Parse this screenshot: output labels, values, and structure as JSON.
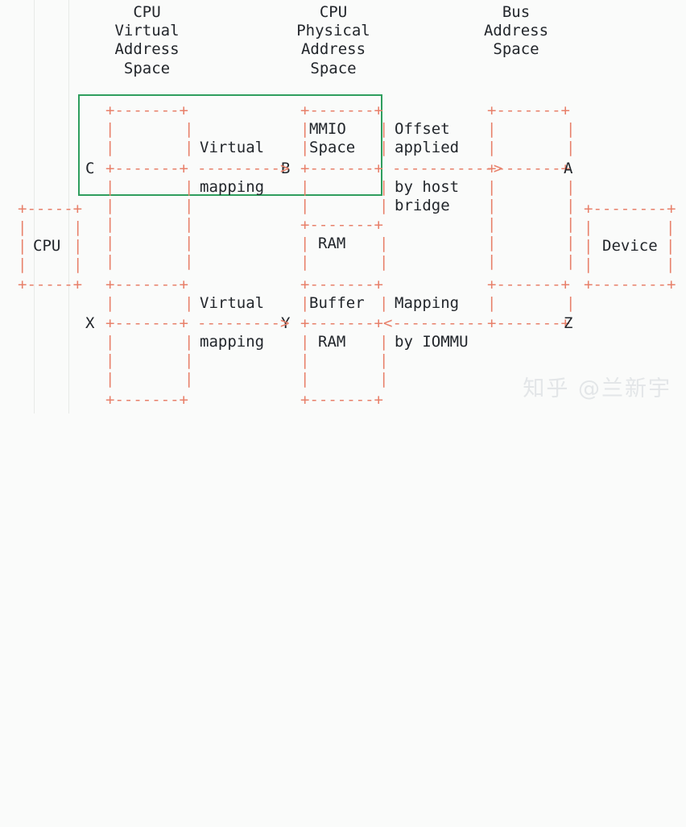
{
  "meta": {
    "diagram_title": "CPU virtual / physical / bus address space mapping",
    "background_color": "#fafbfa",
    "ascii_line_color": "#e8806a",
    "text_color": "#22262b",
    "highlight_box_color": "#2f9e5e",
    "watermark_color": "#e3e6e8"
  },
  "headers": [
    {
      "id": "cpu-virtual-address-space",
      "lines": [
        "CPU",
        "Virtual",
        "Address",
        "Space"
      ]
    },
    {
      "id": "cpu-physical-address-space",
      "lines": [
        "CPU",
        "Physical",
        "Address",
        "Space"
      ]
    },
    {
      "id": "bus-address-space",
      "lines": [
        "Bus",
        "Address",
        "Space"
      ]
    }
  ],
  "boxes": [
    {
      "id": "cpu-box",
      "label": "CPU"
    },
    {
      "id": "mmio-space-box",
      "label": "MMIO Space"
    },
    {
      "id": "ram-box-upper",
      "label": "RAM"
    },
    {
      "id": "buffer-ram-box",
      "label": "Buffer RAM"
    },
    {
      "id": "device-box",
      "label": "Device"
    }
  ],
  "point_labels": {
    "c": "C",
    "b": "B",
    "a": "A",
    "x": "X",
    "y": "Y",
    "z": "Z"
  },
  "arrow_labels": [
    {
      "id": "virtual-mapping-top",
      "lines": [
        "Virtual",
        "mapping"
      ],
      "direction": "right"
    },
    {
      "id": "offset-applied-by-host-bridge",
      "lines": [
        "Offset",
        "applied",
        "by host",
        "bridge"
      ],
      "direction": "right"
    },
    {
      "id": "virtual-mapping-bottom",
      "lines": [
        "Virtual",
        "mapping"
      ],
      "direction": "right"
    },
    {
      "id": "mapping-by-iommu",
      "lines": [
        "Mapping",
        "by IOMMU"
      ],
      "direction": "left"
    }
  ],
  "highlight": {
    "id": "green-highlight-rect",
    "covers": "C to B virtual mapping and MMIO Space"
  },
  "watermark": {
    "text": "知乎 @兰新宇"
  },
  "ascii_art": [
    "                CPU                     CPU                    Bus",
    "              Virtual                Physical               Address",
    "              Address                 Address                 Space",
    "               Space                   Space",
    "",
    "         +-------+               +-------+               +-------+",
    "         |       |               |MMIO   |    Offset     |       |",
    "         |       |    Virtual    |Space  |    applied    |       |",
    "      C  +-------+  ---------->  +-------+  ----------->  +-------+  A",
    "         |       |    mapping    |       |    by host    |       |",
    "+-----+  |       |               |       |    bridge     |       |      +--------+",
    "|     |  |       |               +-------+               |       |      |        |",
    "| CPU |  |       |               |  RAM  |               |       |      | Device |",
    "|     |  |       |               |       |               |       |      |        |",
    "+-----+  +-------+               +-------+               +-------+      +--------+",
    "         |       |    Virtual    |Buffer |    Mapping    |       |",
    "      X  +-------+  ---------->  +-------+  <----------  +-------+  Z",
    "         |       |    mapping    |  RAM  |    by IOMMU   |       |",
    "         |       |               |       |               |       |",
    "         |       |               |       |               |       |",
    "         +-------+               +-------+               +-------+"
  ],
  "gridlines": {
    "id": "background-vertical-rules",
    "x_positions": [
      42,
      85
    ],
    "color": "#e8eae8"
  }
}
